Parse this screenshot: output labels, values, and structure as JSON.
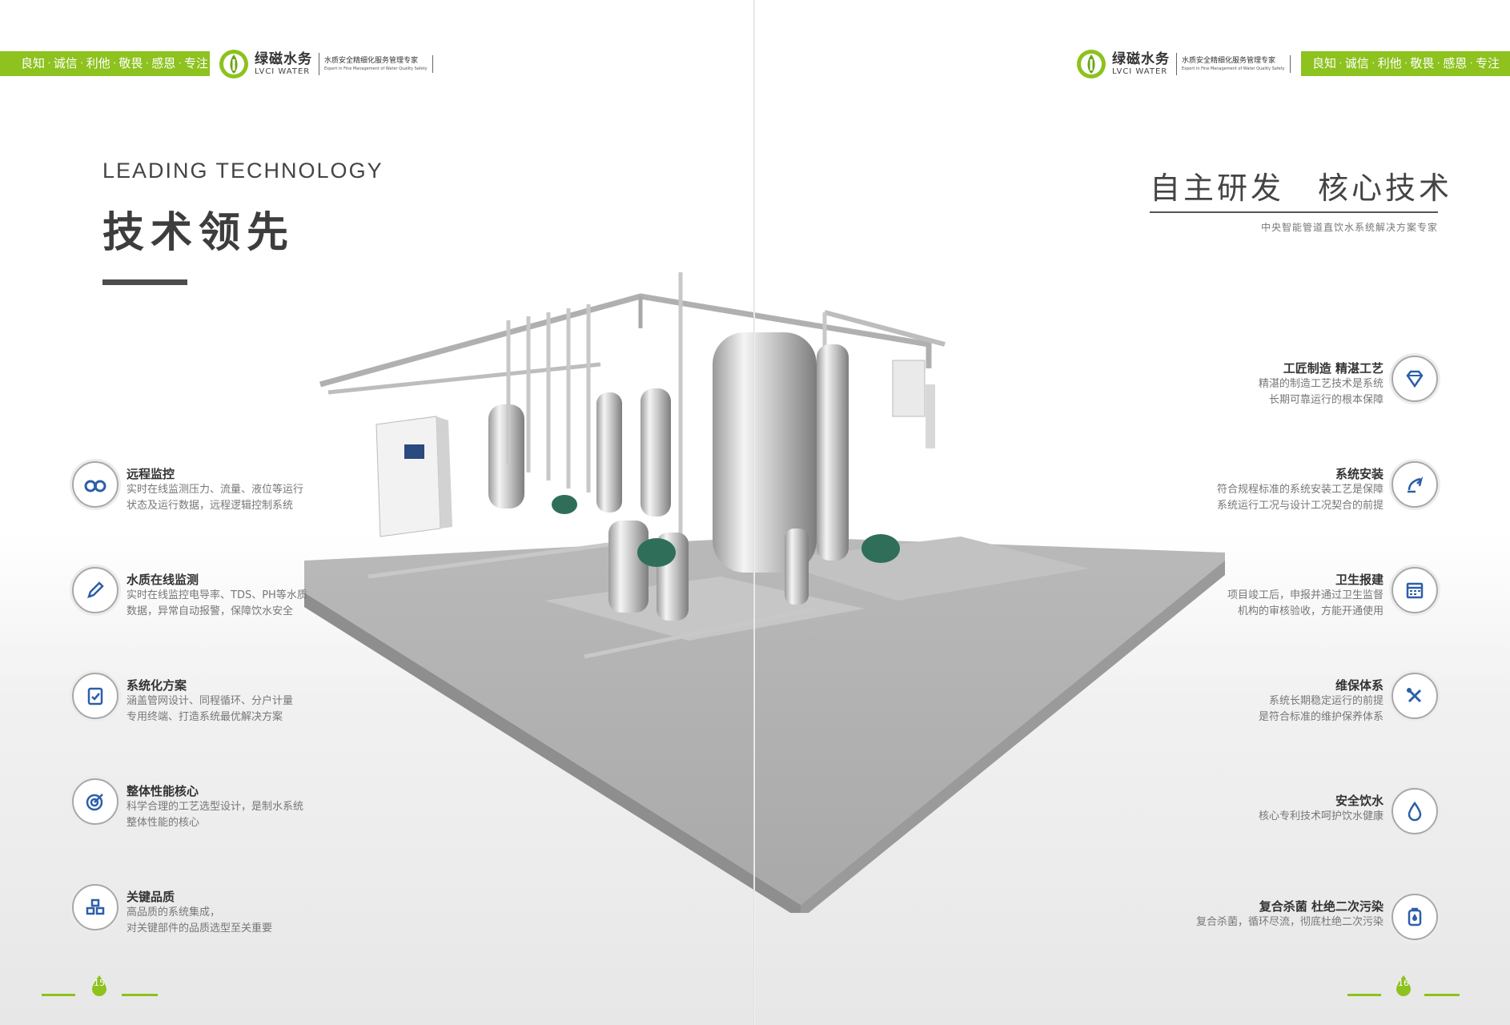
{
  "header": {
    "motto": [
      "良知",
      "诚信",
      "利他",
      "敬畏",
      "感恩",
      "专注"
    ],
    "brand_cn": "绿磁水务",
    "brand_en": "LVCI WATER",
    "slogan_cn": "水质安全精细化服务管理专家",
    "slogan_en": "Expert in Fine Management of Water Quality Safety"
  },
  "left_page": {
    "title_en": "LEADING TECHNOLOGY",
    "title_cn": "技术领先",
    "page_number": "15",
    "features": [
      {
        "icon": "binoculars-icon",
        "title": "远程监控",
        "lines": [
          "实时在线监测压力、流量、液位等运行",
          "状态及运行数据，远程逻辑控制系统"
        ]
      },
      {
        "icon": "pen-icon",
        "title": "水质在线监测",
        "lines": [
          "实时在线监控电导率、TDS、PH等水质",
          "数据，异常自动报警，保障饮水安全"
        ]
      },
      {
        "icon": "clipboard-check-icon",
        "title": "系统化方案",
        "lines": [
          "涵盖管网设计、同程循环、分户计量",
          "专用终端、打造系统最优解决方案"
        ]
      },
      {
        "icon": "target-icon",
        "title": "整体性能核心",
        "lines": [
          "科学合理的工艺选型设计，是制水系统",
          "整体性能的核心"
        ]
      },
      {
        "icon": "blocks-icon",
        "title": "关键品质",
        "lines": [
          "高品质的系统集成，",
          "对关键部件的品质选型至关重要"
        ]
      }
    ]
  },
  "right_page": {
    "title_cn": "自主研发　核心技术",
    "subtitle": "中央智能管道直饮水系统解决方案专家",
    "page_number": "16",
    "features": [
      {
        "icon": "diamond-icon",
        "title": "工匠制造 精湛工艺",
        "lines": [
          "精湛的制造工艺技术是系统",
          "长期可靠运行的根本保障"
        ]
      },
      {
        "icon": "install-icon",
        "title": "系统安装",
        "lines": [
          "符合规程标准的系统安装工艺是保障",
          "系统运行工况与设计工况契合的前提"
        ]
      },
      {
        "icon": "calendar-icon",
        "title": "卫生报建",
        "lines": [
          "项目竣工后，申报并通过卫生监督",
          "机构的审核验收，方能开通使用"
        ]
      },
      {
        "icon": "tools-icon",
        "title": "维保体系",
        "lines": [
          "系统长期稳定运行的前提",
          "是符合标准的维护保养体系"
        ]
      },
      {
        "icon": "water-drop-icon",
        "title": "安全饮水",
        "lines": [
          "核心专利技术呵护饮水健康"
        ]
      },
      {
        "icon": "sterilize-icon",
        "title": "复合杀菌 杜绝二次污染",
        "lines": [
          "复合杀菌，循环尽流，彻底杜绝二次污染"
        ]
      }
    ]
  },
  "colors": {
    "accent": "#8dc21f",
    "icon": "#2c5fa8"
  }
}
